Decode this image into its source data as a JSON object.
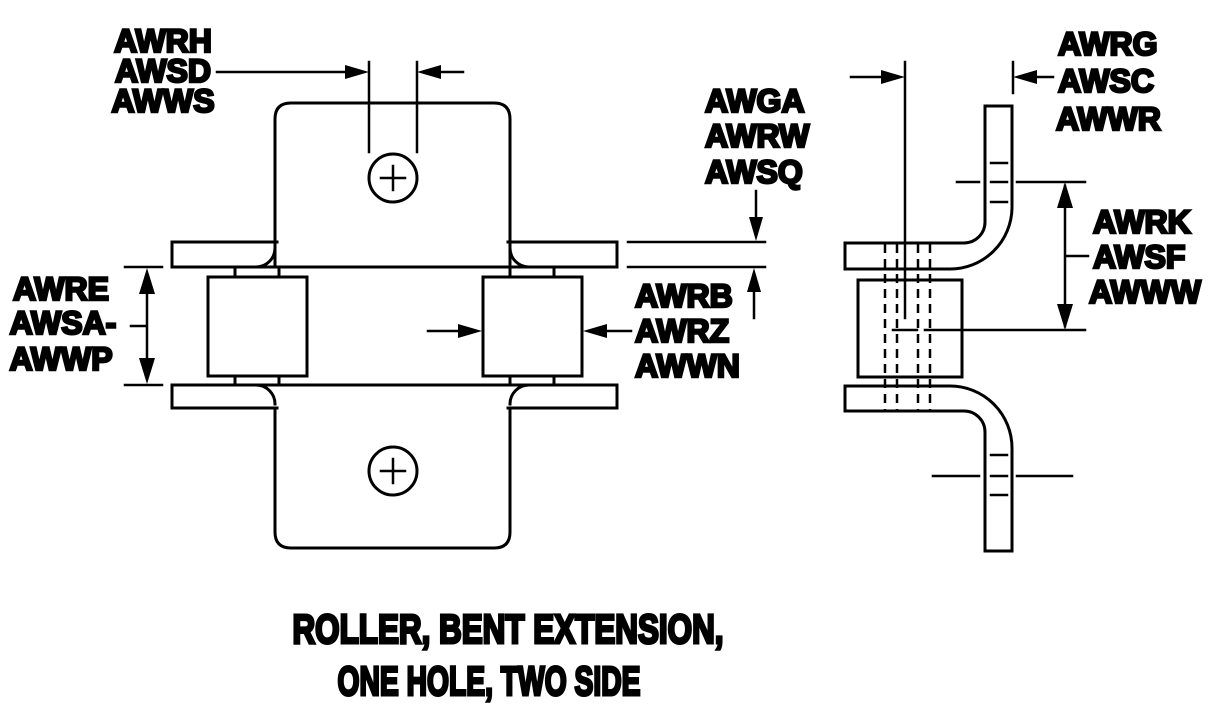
{
  "title": {
    "line1": "ROLLER, BENT EXTENSION,",
    "line2": "ONE HOLE, TWO SIDE"
  },
  "labels": {
    "hole_offset": [
      "AWRH",
      "AWSD",
      "AWWS"
    ],
    "plate_thickness": [
      "AWGA",
      "AWRW",
      "AWSQ"
    ],
    "inner_width": [
      "AWRE",
      "AWSA-",
      "AWWP"
    ],
    "roller_width": [
      "AWRB",
      "AWRZ",
      "AWWN"
    ],
    "bend_offset": [
      "AWRG",
      "AWSC",
      "AWWR"
    ],
    "extension_height": [
      "AWRK",
      "AWSF",
      "AWWW"
    ]
  },
  "colors": {
    "line": "#000000",
    "background": "#ffffff"
  }
}
